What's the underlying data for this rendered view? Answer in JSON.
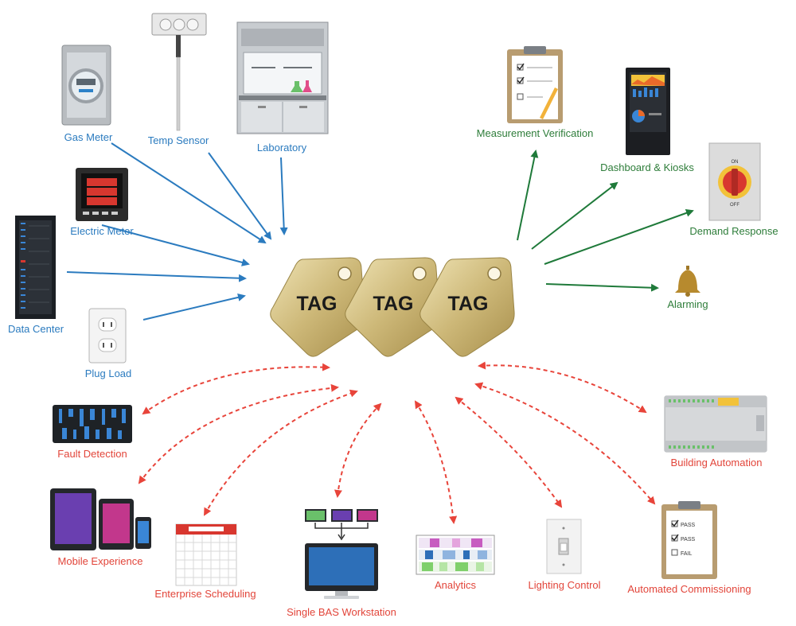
{
  "tags": {
    "t1": "TAG",
    "t2": "TAG",
    "t3": "TAG"
  },
  "inputs": {
    "gas_meter": "Gas Meter",
    "temp_sensor": "Temp Sensor",
    "laboratory": "Laboratory",
    "electric_meter": "Electric Meter",
    "data_center": "Data Center",
    "plug_load": "Plug Load"
  },
  "outputs": {
    "measurement_verification": "Measurement Verification",
    "dashboard_kiosks": "Dashboard & Kiosks",
    "demand_response": "Demand Response",
    "alarming": "Alarming"
  },
  "bidirectional": {
    "fault_detection": "Fault Detection",
    "mobile_experience": "Mobile Experience",
    "enterprise_scheduling": "Enterprise Scheduling",
    "single_bas_workstation": "Single BAS Workstation",
    "analytics": "Analytics",
    "lighting_control": "Lighting Control",
    "automated_commissioning": "Automated Commissioning",
    "building_automation": "Building Automation"
  },
  "switch_labels": {
    "on": "ON",
    "off": "OFF"
  },
  "checklist": {
    "pass1": "PASS",
    "pass2": "PASS",
    "fail": "FAIL"
  },
  "colors": {
    "inbound": "#2b7bbf",
    "outbound": "#1f7a3a",
    "bidirectional": "#e8443a",
    "tag_gold": "#c9b57a"
  }
}
